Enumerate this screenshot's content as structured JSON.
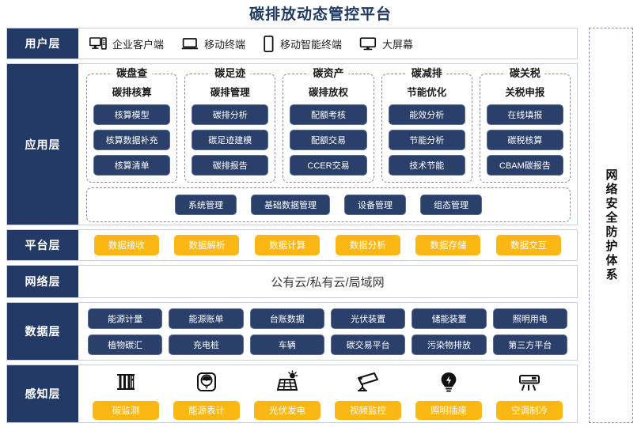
{
  "title": "碳排放动态管控平台",
  "colors": {
    "brand_dark_blue": "#243a66",
    "pill_blue": "#2b3f6b",
    "accent_yellow": "#fbb714",
    "title_blue": "#1f3864",
    "border_gray": "#c7cfe0"
  },
  "security_panel": {
    "label": "网络安全防护体系"
  },
  "layers": {
    "user": {
      "label": "用户层",
      "items": [
        {
          "icon": "desktop-tower-icon",
          "label": "企业客户端"
        },
        {
          "icon": "laptop-icon",
          "label": "移动终端"
        },
        {
          "icon": "smartphone-icon",
          "label": "移动智能终端"
        },
        {
          "icon": "monitor-icon",
          "label": "大屏幕"
        }
      ]
    },
    "application": {
      "label": "应用层",
      "groups": [
        {
          "title": "碳盘查",
          "subtitle": "碳排核算",
          "items": [
            "核算模型",
            "核算数据补充",
            "核算清单"
          ]
        },
        {
          "title": "碳足迹",
          "subtitle": "碳排管理",
          "items": [
            "碳排分析",
            "碳足迹建模",
            "碳排报告"
          ]
        },
        {
          "title": "碳资产",
          "subtitle": "碳排放权",
          "items": [
            "配额考核",
            "配额交易",
            "CCER交易"
          ]
        },
        {
          "title": "碳减排",
          "subtitle": "节能优化",
          "items": [
            "能效分析",
            "节能分析",
            "技术节能"
          ]
        },
        {
          "title": "碳关税",
          "subtitle": "关税申报",
          "items": [
            "在线填报",
            "碳税核算",
            "CBAM碳报告"
          ]
        }
      ],
      "common": [
        "系统管理",
        "基础数据管理",
        "设备管理",
        "组态管理"
      ]
    },
    "platform": {
      "label": "平台层",
      "items": [
        "数据接收",
        "数据解析",
        "数据计算",
        "数据分析",
        "数据存储",
        "数据交互"
      ]
    },
    "network": {
      "label": "网络层",
      "text": "公有云/私有云/局域网"
    },
    "data": {
      "label": "数据层",
      "row1": [
        "能源计量",
        "能源账单",
        "台账数据",
        "光伏装置",
        "储能装置",
        "照明用电"
      ],
      "row2": [
        "植物碳汇",
        "充电桩",
        "车辆",
        "碳交易平台",
        "污染物排放",
        "第三方平台"
      ]
    },
    "sense": {
      "label": "感知层",
      "items": [
        {
          "icon": "carbon-monitor-icon",
          "label": "碳监测"
        },
        {
          "icon": "energy-meter-icon",
          "label": "能源表计"
        },
        {
          "icon": "solar-panel-icon",
          "label": "光伏发电"
        },
        {
          "icon": "cctv-camera-icon",
          "label": "视频监控"
        },
        {
          "icon": "lightbulb-icon",
          "label": "照明插座"
        },
        {
          "icon": "air-conditioner-icon",
          "label": "空调制冷"
        }
      ]
    }
  }
}
